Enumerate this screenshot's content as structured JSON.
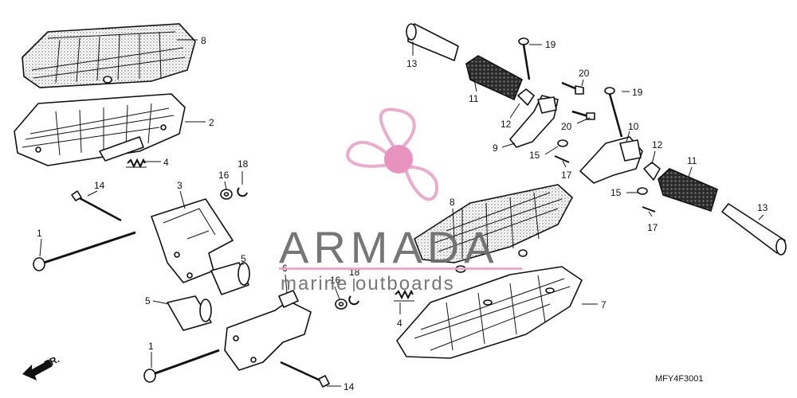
{
  "diagram": {
    "figure_code": "MFY4F3001",
    "direction_label": "FR.",
    "callouts": [
      {
        "id": "c8a",
        "text": "8"
      },
      {
        "id": "c2",
        "text": "2"
      },
      {
        "id": "c4a",
        "text": "4"
      },
      {
        "id": "c14a",
        "text": "14"
      },
      {
        "id": "c3",
        "text": "3"
      },
      {
        "id": "c16a",
        "text": "16"
      },
      {
        "id": "c18a",
        "text": "18"
      },
      {
        "id": "c1a",
        "text": "1"
      },
      {
        "id": "c5a",
        "text": "5"
      },
      {
        "id": "c5b",
        "text": "5"
      },
      {
        "id": "c6",
        "text": "6"
      },
      {
        "id": "c16b",
        "text": "16"
      },
      {
        "id": "c18b",
        "text": "18"
      },
      {
        "id": "c1b",
        "text": "1"
      },
      {
        "id": "c14b",
        "text": "14"
      },
      {
        "id": "c4b",
        "text": "4"
      },
      {
        "id": "c8b",
        "text": "8"
      },
      {
        "id": "c7",
        "text": "7"
      },
      {
        "id": "c13a",
        "text": "13"
      },
      {
        "id": "c19a",
        "text": "19"
      },
      {
        "id": "c11a",
        "text": "11"
      },
      {
        "id": "c20a",
        "text": "20"
      },
      {
        "id": "c19b",
        "text": "19"
      },
      {
        "id": "c12a",
        "text": "12"
      },
      {
        "id": "c20b",
        "text": "20"
      },
      {
        "id": "c10",
        "text": "10"
      },
      {
        "id": "c9",
        "text": "9"
      },
      {
        "id": "c15a",
        "text": "15"
      },
      {
        "id": "c17a",
        "text": "17"
      },
      {
        "id": "c12b",
        "text": "12"
      },
      {
        "id": "c11b",
        "text": "11"
      },
      {
        "id": "c15b",
        "text": "15"
      },
      {
        "id": "c17b",
        "text": "17"
      },
      {
        "id": "c13b",
        "text": "13"
      }
    ]
  },
  "watermark": {
    "brand": "ARMADA",
    "tagline": "marine outboards",
    "color": "#e8a6c8",
    "hub_color": "#e58ab8"
  }
}
